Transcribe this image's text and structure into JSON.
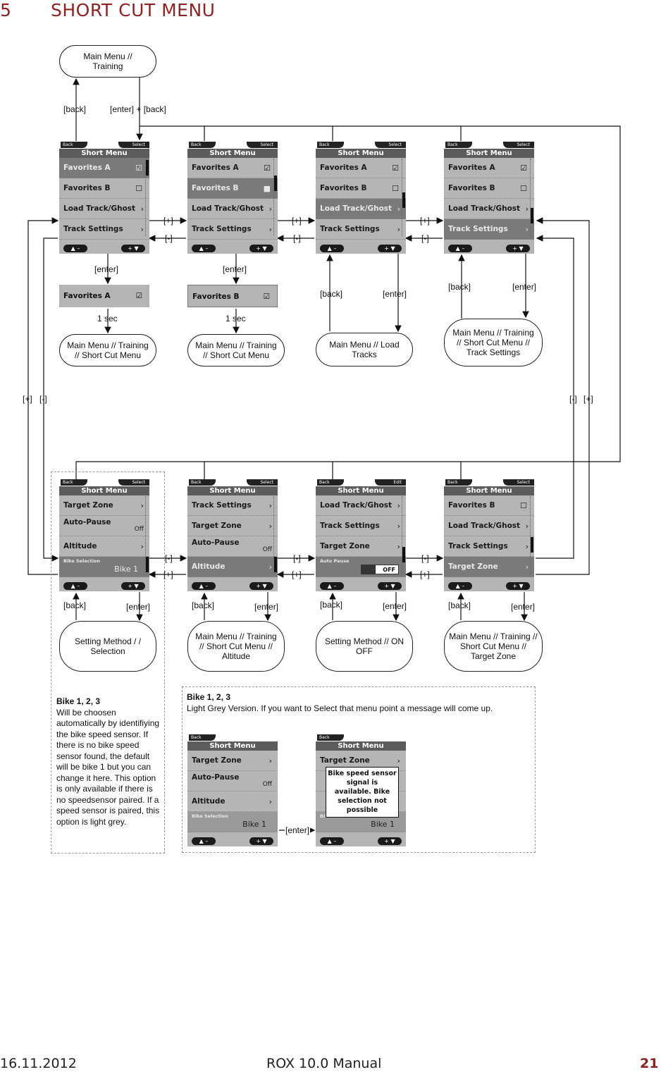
{
  "heading": {
    "number": "5",
    "title": "SHORT CUT MENU"
  },
  "footer": {
    "date": "16.11.2012",
    "manual": "ROX 10.0 Manual",
    "page": "21"
  },
  "device": {
    "back": "Back",
    "select": "Select",
    "edit": "Edit",
    "title": "Short Menu",
    "key_up": "▲ –",
    "key_down": "+ ▼",
    "check": "☑",
    "box": "☐",
    "square": "■",
    "arrow": "›",
    "off": "Off",
    "off_toggle": "OFF",
    "auto_pause_small": "Auto Pause",
    "bike_selection": "Bike Selection",
    "bike1": "Bike 1"
  },
  "items": {
    "fav_a": "Favorites A",
    "fav_b": "Favorites B",
    "load_track": "Load Track/Ghost",
    "track_settings": "Track Settings",
    "target_zone": "Target Zone",
    "auto_pause": "Auto-Pause",
    "altitude": "Altitude"
  },
  "labels": {
    "back": "[back]",
    "enter": "[enter]",
    "enter_back": "[enter] + [back]",
    "plus": "[+]",
    "minus": "[-]",
    "one_sec": "1 sec"
  },
  "ovals": {
    "main_training": "Main Menu // Training",
    "short_cut_menu": "Main Menu // Training // Short Cut Menu",
    "load_tracks": "Main Menu // Load Tracks",
    "track_settings": "Main Menu // Training // Short Cut Menu // Track Settings",
    "selection": "Setting Method / / Selection",
    "altitude": "Main Menu // Training // Short Cut Menu // Altitude",
    "on_off": "Setting Method // ON OFF",
    "target_zone": "Main Menu // Training // Short Cut Menu // Target Zone"
  },
  "note_left": {
    "title": "Bike 1, 2, 3",
    "body": "Will be choosen automatically by identifiying the bike speed sensor. If there is no bike speed sensor found, the default will be bike 1 but you can change it here. This option is only available if there is no speedsensor paired. If a speed sensor is paired, this option is light grey."
  },
  "note_right": {
    "title": "Bike 1, 2, 3",
    "body": "Light Grey Version. If you want to Select that menu point a message will come up."
  },
  "message": "Bike speed sensor signal is available. Bike selection not possible"
}
